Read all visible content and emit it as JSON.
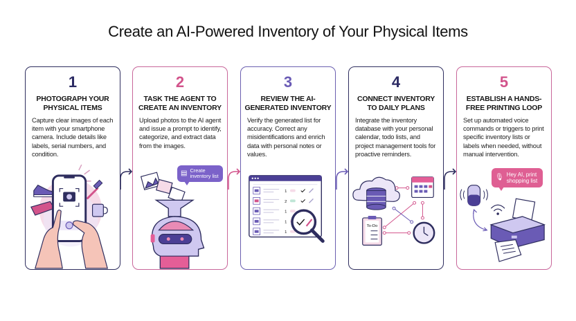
{
  "title": "Create an AI-Powered Inventory of Your Physical Items",
  "colors": {
    "navy": "#2e2d5e",
    "pink": "#d2538b",
    "purple": "#6a5bb5",
    "lavender": "#cfc8f0"
  },
  "steps": [
    {
      "number": "1",
      "heading": "PHOTOGRAPH YOUR PHYSICAL ITEMS",
      "description": "Capture clear images of each item with your smartphone camera. Include details like labels, serial numbers, and condition.",
      "illustration": "hands-holding-phone-camera"
    },
    {
      "number": "2",
      "heading": "TASK THE AGENT TO CREATE AN INVENTORY",
      "description": "Upload photos to the AI agent and issue a prompt to identify, categorize, and extract data from the images.",
      "illustration": "photos-into-ai-head-funnel",
      "bubble": "Create\ninventory list"
    },
    {
      "number": "3",
      "heading": "REVIEW THE AI-GENERATED INVENTORY",
      "description": "Verify the generated list for accuracy. Correct any misidentifications and enrich data with personal notes or values.",
      "illustration": "inventory-table-magnifier",
      "table_quantities": [
        "1",
        "2",
        "1",
        "1",
        "1"
      ]
    },
    {
      "number": "4",
      "heading": "CONNECT INVENTORY TO DAILY PLANS",
      "description": "Integrate the inventory database with your personal calendar, todo lists, and project management tools for proactive reminders.",
      "illustration": "database-calendar-todo-clock",
      "todo_label": "To-Do"
    },
    {
      "number": "5",
      "heading": "ESTABLISH A HANDS-FREE PRINTING LOOP",
      "description": "Set up automated voice commands or triggers to print specific inventory lists or labels when needed, without manual intervention.",
      "illustration": "smart-speaker-printer",
      "bubble": "Hey AI, print\nshopping list"
    }
  ]
}
